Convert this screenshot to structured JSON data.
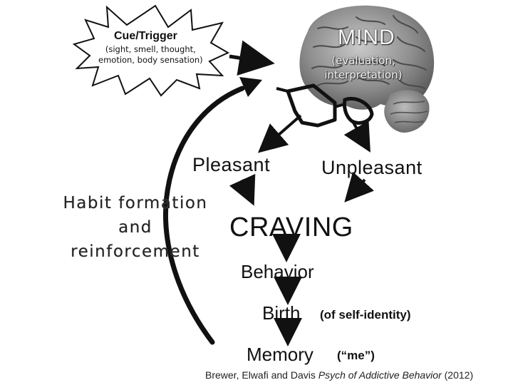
{
  "cue": {
    "title": "Cue/Trigger",
    "subtitle": "(sight, smell, thought,\nemotion, body sensation)"
  },
  "mind": {
    "title": "MIND",
    "subtitle": "(evaluation,\ninterpretation)"
  },
  "valence": {
    "pleasant": "Pleasant",
    "unpleasant": "Unpleasant"
  },
  "loop_label": "Habit formation\nand\nreinforcement",
  "chain": {
    "craving": "CRAVING",
    "behavior": "Behavior",
    "birth": "Birth",
    "birth_note": "(of self-identity)",
    "memory": "Memory",
    "memory_note": "(“me”)"
  },
  "citation": {
    "authors": "Brewer, Elwafi and Davis ",
    "journal": "Psych of Addictive Behavior",
    "year": " (2012)"
  },
  "icons": [
    "starburst-shape",
    "brain-image",
    "glasses-icon",
    "arrow-icon"
  ]
}
